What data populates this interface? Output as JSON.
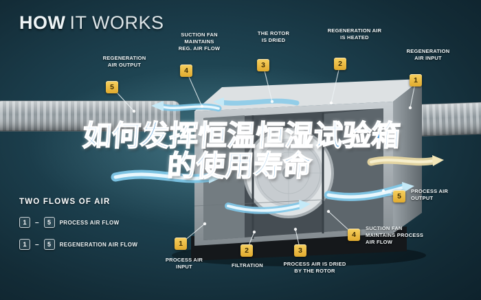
{
  "title": {
    "strong": "HOW",
    "light": "IT WORKS"
  },
  "overlay_title": {
    "line1": "如何发挥恒温恒湿试验箱",
    "line2": "的使用寿命"
  },
  "callouts": [
    {
      "number": "5",
      "text": "REGENERATION\nAIR OUTPUT"
    },
    {
      "number": "4",
      "text": "SUCTION FAN\nMAINTAINS\nREG. AIR FLOW"
    },
    {
      "number": "3",
      "text": "THE ROTOR\nIS DRIED"
    },
    {
      "number": "2",
      "text": "REGENERATION AIR\nIS HEATED"
    },
    {
      "number": "1",
      "text": "REGENERATION\nAIR INPUT"
    },
    {
      "number": "5",
      "text": "PROCESS AIR\nOUTPUT"
    },
    {
      "number": "4",
      "text": "SUCTION FAN\nMAINTAINS PROCESS\nAIR FLOW"
    },
    {
      "number": "3",
      "text": "PROCESS AIR IS DRIED\nBY THE ROTOR"
    },
    {
      "number": "2",
      "text": "FILTRATION"
    },
    {
      "number": "1",
      "text": "PROCESS AIR\nINPUT"
    }
  ],
  "legend": {
    "title": "TWO FLOWS OF AIR",
    "rows": [
      {
        "start": "1",
        "separator": "–",
        "end": "5",
        "label": "PROCESS AIR FLOW"
      },
      {
        "start": "1",
        "separator": "–",
        "end": "5",
        "label": "REGENERATION AIR FLOW"
      }
    ]
  },
  "colors": {
    "background": "#16323e",
    "badge": "#eec043",
    "badge_text": "#3e2d05",
    "label_text": "#f2f7f8",
    "overlay_blue": "#3c8fd2",
    "process_flow_blue": "#7fc8e9",
    "regeneration_flow_tan": "#e7d7a2",
    "machine_gray": "#c9cfd3"
  }
}
